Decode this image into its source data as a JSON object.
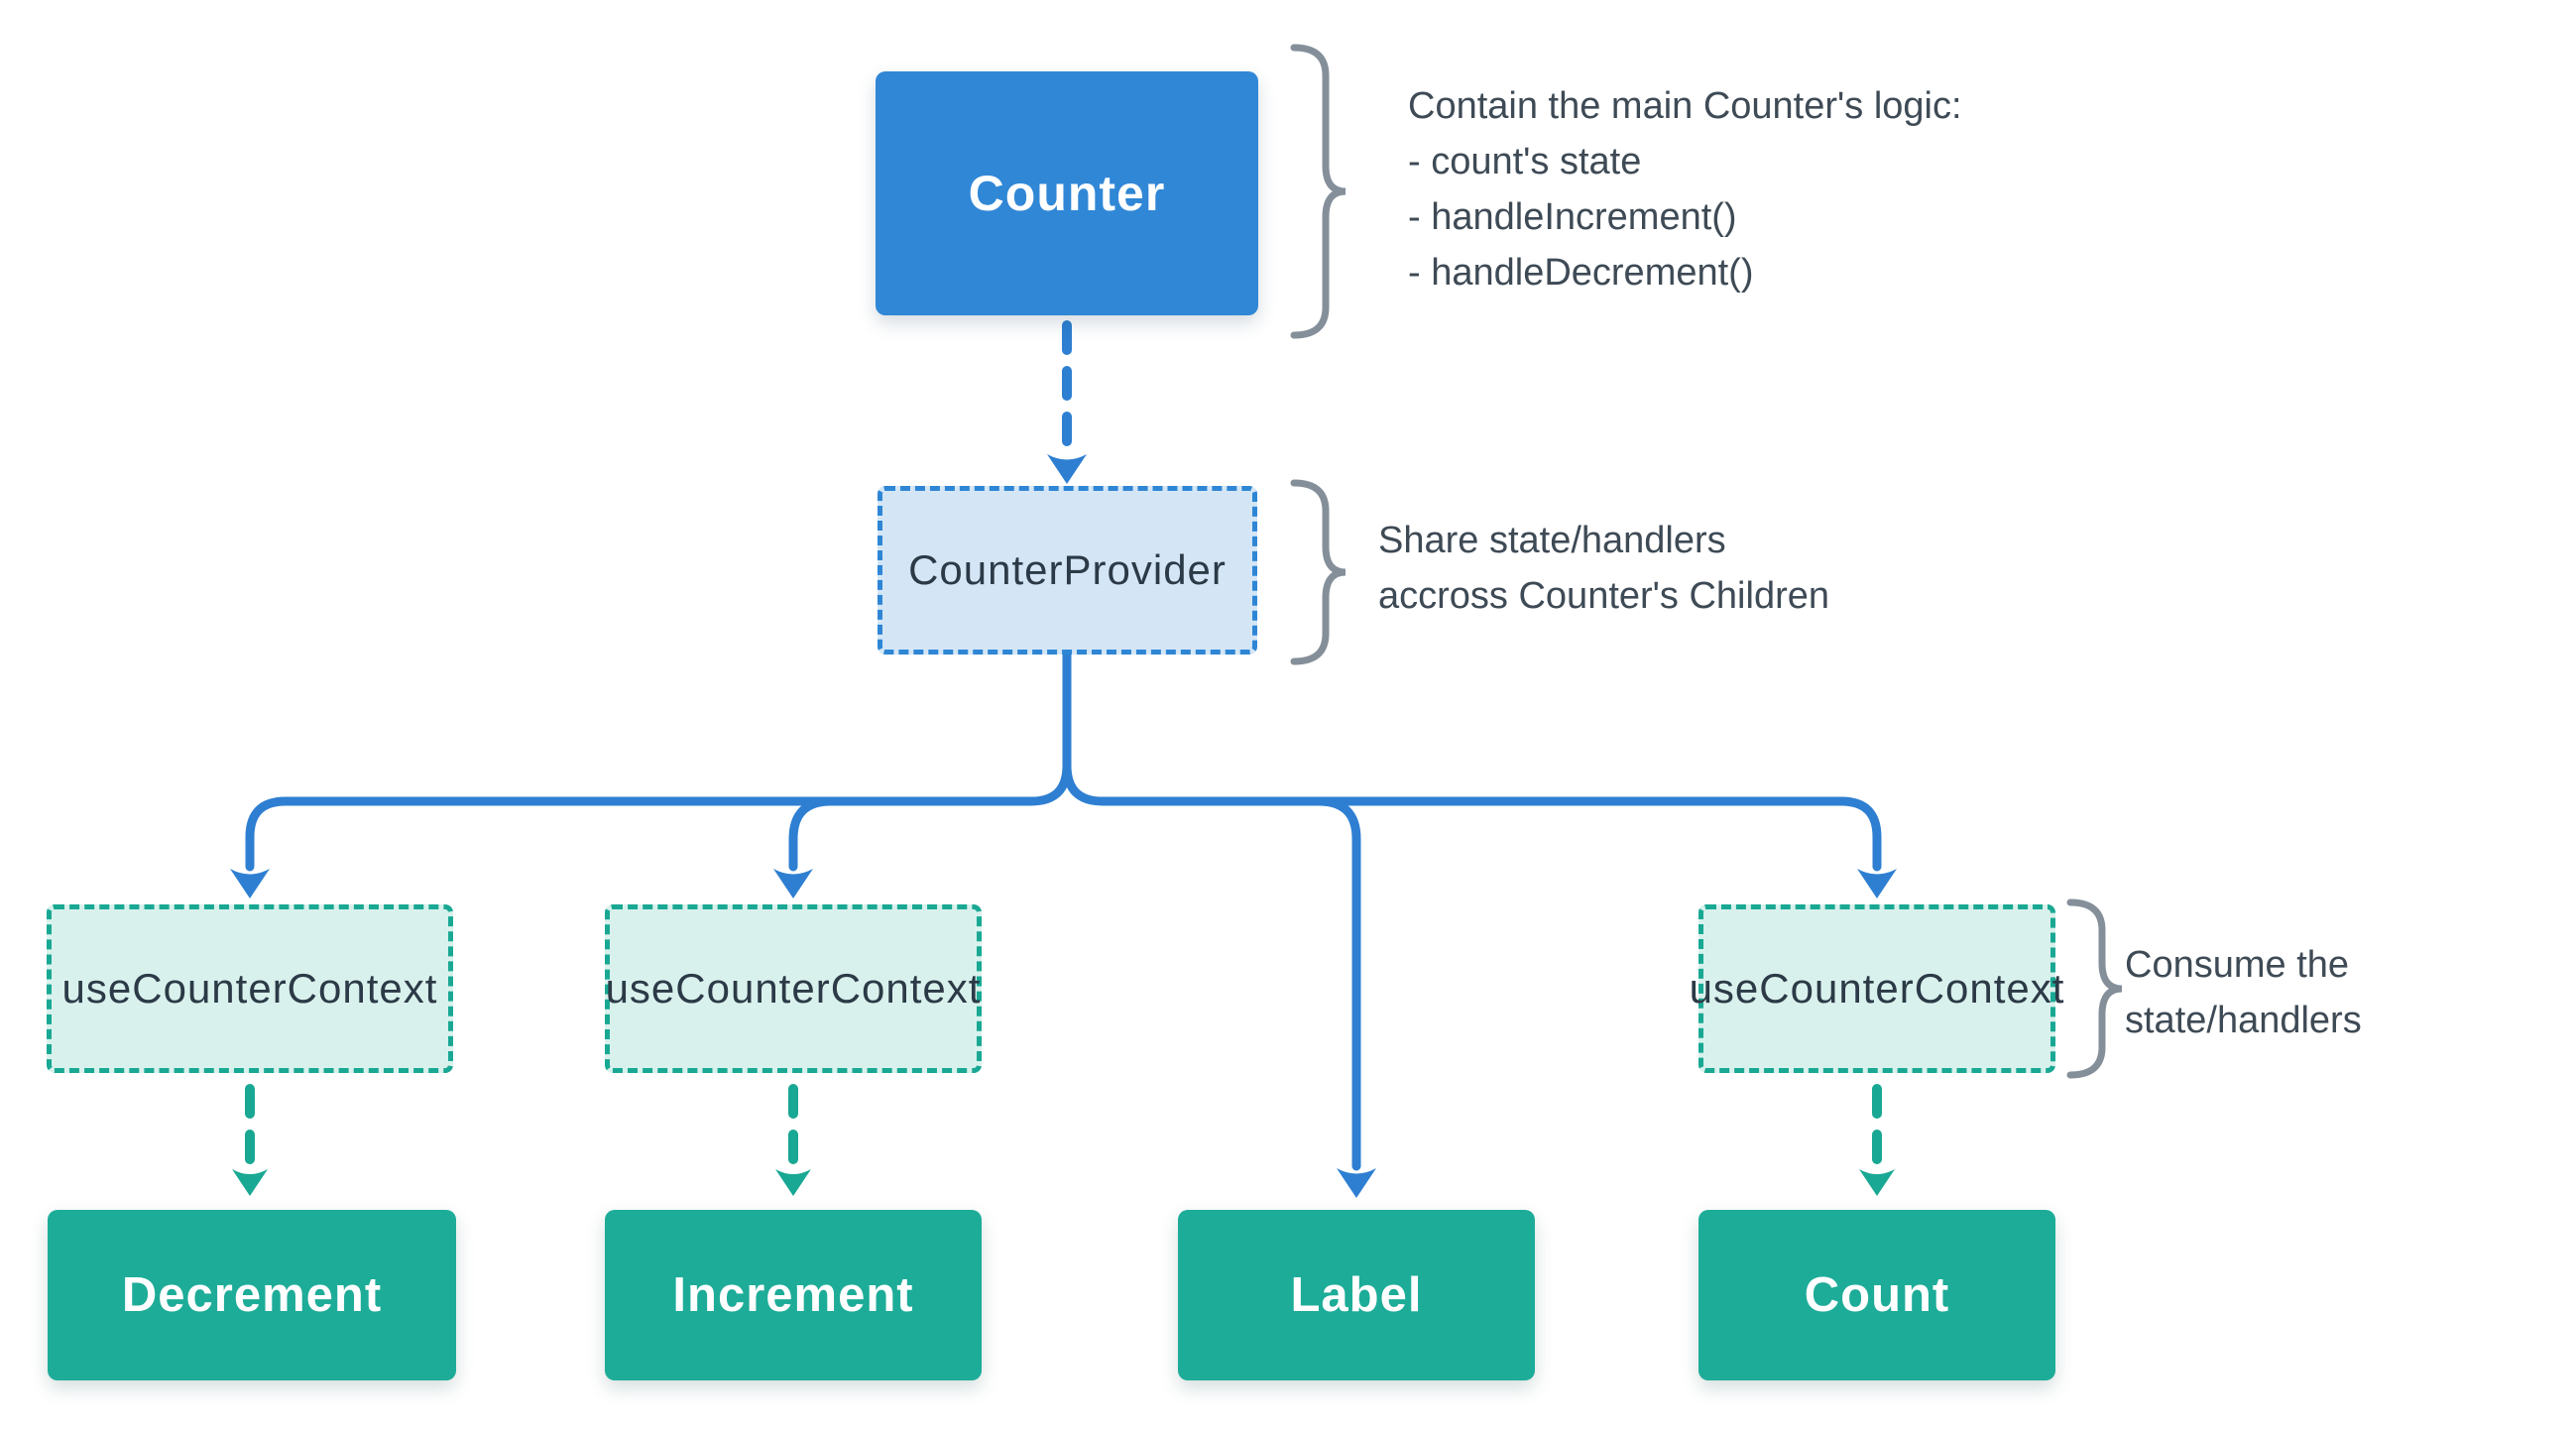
{
  "diagram": {
    "nodes": {
      "counter": {
        "label": "Counter"
      },
      "provider": {
        "label": "CounterProvider"
      },
      "hook1": {
        "label": "useCounterContext"
      },
      "hook2": {
        "label": "useCounterContext"
      },
      "hook3": {
        "label": "useCounterContext"
      },
      "decrement": {
        "label": "Decrement"
      },
      "increment": {
        "label": "Increment"
      },
      "label": {
        "label": "Label"
      },
      "count": {
        "label": "Count"
      }
    },
    "annotations": {
      "counter_note": {
        "lines": [
          "Contain the main Counter's logic:",
          "- count's state",
          "- handleIncrement()",
          "- handleDecrement()"
        ]
      },
      "provider_note": {
        "lines": [
          "Share state/handlers",
          "accross Counter's Children"
        ]
      },
      "consumer_note": {
        "lines": [
          "Consume the",
          "state/handlers"
        ]
      }
    },
    "colors": {
      "blue_solid": "#3087d6",
      "blue_line": "#2e7fd2",
      "blue_light_fill": "#d4e6f6",
      "blue_dash_border": "#2e86d5",
      "teal_solid": "#1dac98",
      "teal_line": "#19a893",
      "teal_light_fill": "#d9f1ec",
      "node_text_dark": "#2c3a47",
      "node_text_light": "#ffffff",
      "note_text": "#3e4a55",
      "brace_gray": "#848f9a"
    }
  }
}
